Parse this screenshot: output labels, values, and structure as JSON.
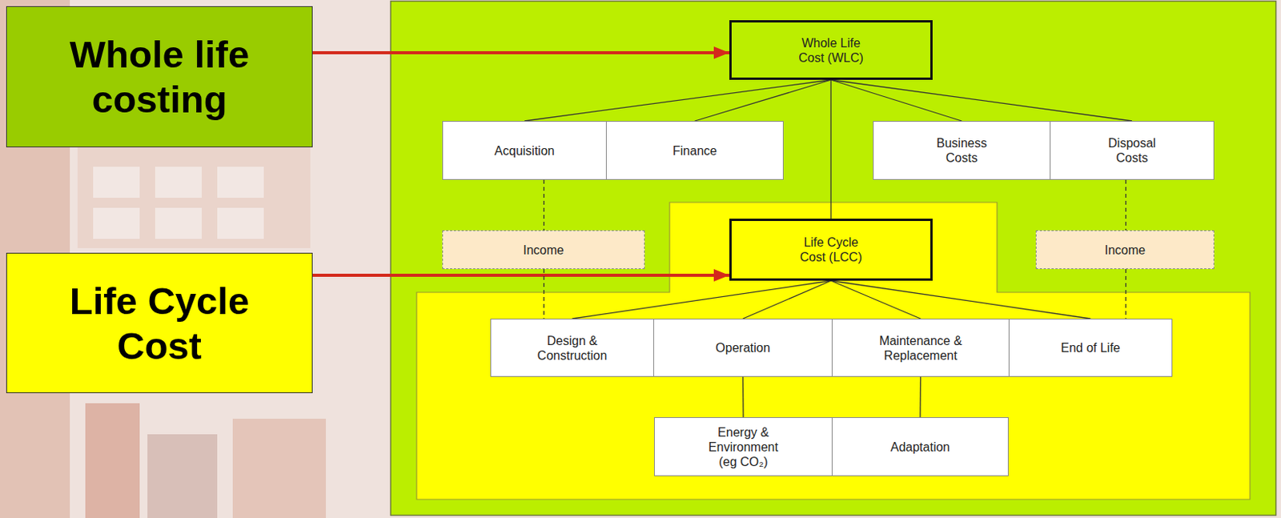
{
  "diagram": {
    "nodes": [
      {
        "text": [
          "Whole life costing"
        ]
      },
      {
        "text": [
          "Life Cycle Cost"
        ]
      },
      {
        "text": [
          "Whole Life Cost (WLC)"
        ]
      },
      {
        "text": [
          "Acquisition"
        ]
      },
      {
        "text": [
          "Finance"
        ]
      },
      {
        "text": [
          "Business Costs"
        ]
      },
      {
        "text": [
          "Disposal Costs"
        ]
      },
      {
        "text": [
          "Income"
        ]
      },
      {
        "text": [
          "Life Cycle Cost (LCC)"
        ]
      },
      {
        "text": [
          "Income"
        ]
      },
      {
        "text": [
          "Design & Construction"
        ]
      },
      {
        "text": [
          "Operation"
        ]
      },
      {
        "text": [
          "Maintenance & Replacement"
        ]
      },
      {
        "text": [
          "End of Life"
        ]
      },
      {
        "text": [
          "Energy & Environment (eg CO₂)"
        ]
      },
      {
        "text": [
          "Adaptation"
        ]
      }
    ],
    "edges": [
      {
        "from": 0,
        "to": 2,
        "arrow": "to"
      },
      {
        "from": 1,
        "to": 8,
        "arrow": "to"
      },
      {
        "from": 2,
        "to": 3,
        "arrow": "none"
      },
      {
        "from": 2,
        "to": 4,
        "arrow": "none"
      },
      {
        "from": 2,
        "to": 5,
        "arrow": "none"
      },
      {
        "from": 2,
        "to": 6,
        "arrow": "none"
      },
      {
        "from": 2,
        "to": 8,
        "arrow": "none"
      },
      {
        "from": 3,
        "to": 7,
        "arrow": "none"
      },
      {
        "from": 7,
        "to": 10,
        "arrow": "none"
      },
      {
        "from": 6,
        "to": 9,
        "arrow": "none"
      },
      {
        "from": 9,
        "to": 13,
        "arrow": "none"
      },
      {
        "from": 8,
        "to": 10,
        "arrow": "none"
      },
      {
        "from": 8,
        "to": 11,
        "arrow": "none"
      },
      {
        "from": 8,
        "to": 12,
        "arrow": "none"
      },
      {
        "from": 8,
        "to": 13,
        "arrow": "none"
      },
      {
        "from": 11,
        "to": 14,
        "arrow": "none"
      },
      {
        "from": 12,
        "to": 15,
        "arrow": "none"
      }
    ]
  }
}
